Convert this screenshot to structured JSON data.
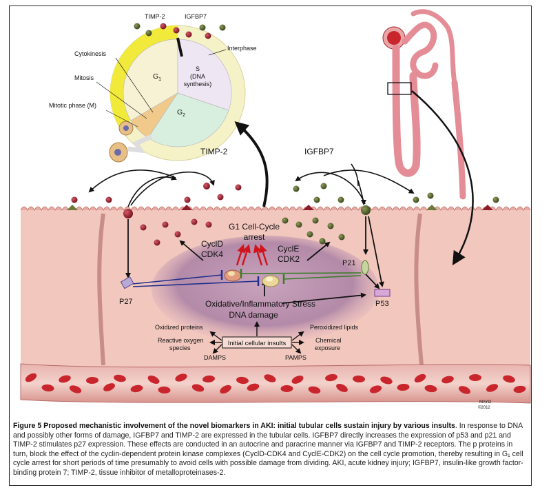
{
  "labels": {
    "timp2_top": "TIMP-2",
    "igfbp7_top": "IGFBP7",
    "interphase": "Interphase",
    "cytokinesis": "Cytokinesis",
    "mitosis": "Mitosis",
    "mitotic_phase": "Mitotic phase (M)",
    "g1": "G",
    "g1_sub": "1",
    "s_phase_1": "S",
    "s_phase_2": "(DNA",
    "s_phase_3": "synthesis)",
    "g2": "G",
    "g2_sub": "2",
    "timp2_mid": "TIMP-2",
    "igfbp7_mid": "IGFBP7",
    "arrest_1": "G1 Cell-Cycle",
    "arrest_2": "arrest",
    "cycld_1": "CyclD",
    "cycld_2": "CDK4",
    "cycle_1": "CyclE",
    "cycle_2": "CDK2",
    "p21": "P21",
    "p27": "P27",
    "p53": "P53",
    "stress_1": "Oxidative/Inflammatory Stress",
    "stress_2": "DNA damage",
    "oxidized_proteins": "Oxidized proteins",
    "peroxidized_lipids": "Peroxidized lipids",
    "ros_1": "Reactive oxygen",
    "ros_2": "species",
    "chemical_1": "Chemical",
    "chemical_2": "exposure",
    "initial_insults": "Initial cellular insults",
    "damps": "DAMPS",
    "pamps": "PAMPS",
    "mayo_1": "MAYO",
    "mayo_2": "©2012"
  },
  "caption": {
    "title": "Figure 5 Proposed mechanistic involvement of the novel biomarkers in AKI: initial tubular cells sustain injury by various insults",
    "body": ". In response to DNA and possibly other forms of damage, IGFBP7 and TIMP-2 are expressed in the tubular cells. IGFBP7 directly increases the expression of p53 and p21 and TIMP-2 stimulates p27 expression. These effects are conducted in an autocrine and paracrine manner via IGFBP7 and TIMP-2 receptors. The p proteins in turn, block the effect of the cyclin-dependent protein kinase complexes (CyclD-CDK4 and CyclE-CDK2) on the cell cycle promotion, thereby resulting in G₁ cell cycle arrest for short periods of time presumably to avoid cells with possible damage from dividing. AKI, acute kidney injury; IGFBP7, insulin-like growth factor-binding protein 7; TIMP-2, tissue inhibitor of metalloproteinases-2."
  },
  "colors": {
    "timp2_molecule": "#8e1b2a",
    "igfbp7_molecule": "#4f5e2c",
    "cell_fill": "#f2c7bd",
    "nucleus": "#b38aa8",
    "rbc": "#c8262c",
    "arrest_arrow": "#d0141c",
    "inhibit_line_blue": "#1f2f8c",
    "inhibit_line_green": "#3a7d2a"
  }
}
